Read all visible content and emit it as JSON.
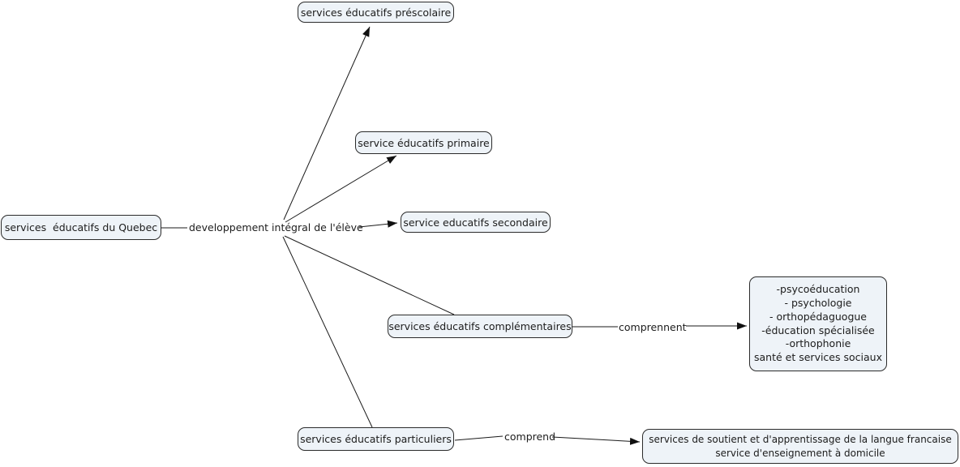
{
  "diagram": {
    "root": "services  éducatifs du Quebec",
    "nodes": {
      "prescolaire": "services éducatifs préscolaire",
      "primaire": "service éducatifs primaire",
      "secondaire": "service educatifs secondaire",
      "complementaires": "services éducatifs complémentaires",
      "particuliers": "services éducatifs particuliers"
    },
    "complement_list": [
      "-psycoéducation",
      "- psychologie",
      "- orthopédaguogue",
      "-éducation spécialisée",
      "-orthophonie",
      "santé et services sociaux"
    ],
    "particuliers_detail": [
      "services de soutient et d'apprentissage de la langue francaise",
      "service d'enseignement à domicile"
    ],
    "links": {
      "developpement": "developpement intégral de l'élève",
      "comprennent": "comprennent",
      "comprend": "comprend"
    },
    "colors": {
      "node_fill": "#eef3f8",
      "node_border": "#2b2b2b",
      "line": "#1a1a1a",
      "text": "#1c1c1c",
      "background": "#ffffff"
    }
  }
}
